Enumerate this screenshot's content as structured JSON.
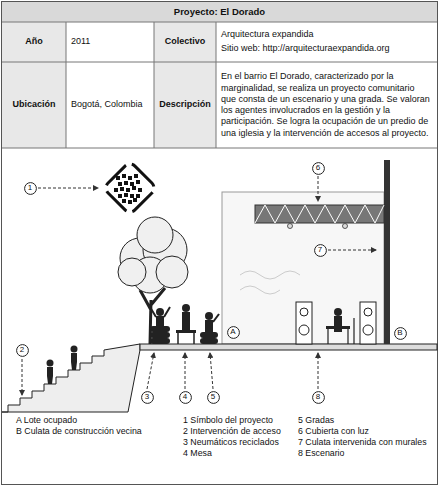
{
  "diagram": {
    "title": "Proyecto: El Dorado",
    "nodes": [
      {
        "text": [
          "6"
        ]
      },
      {
        "text": [
          "1"
        ]
      },
      {
        "text": [
          "7"
        ]
      },
      {
        "text": [
          "A"
        ]
      },
      {
        "text": [
          "B"
        ]
      },
      {
        "text": [
          "2"
        ]
      },
      {
        "text": [
          "3"
        ]
      },
      {
        "text": [
          "4"
        ]
      },
      {
        "text": [
          "5"
        ]
      },
      {
        "text": [
          "8"
        ]
      }
    ],
    "labels": [
      "Año",
      "2011",
      "Colectivo",
      "Arquitectura expandida",
      "Sitio web: http://arquitecturaexpandida.org",
      "Ubicación",
      "Bogotá, Colombia",
      "Descripción",
      "En el barrio El Dorado, caracterizado por la marginalidad, se realiza un proyecto comunitario que consta de un escenario y una grada. Se valoran los agentes involucrados en la gestión y la participación. Se logra la ocupación de un predio de una iglesia y la intervención de accesos al proyecto.",
      "A Lote ocupado",
      "B Culata de construcción vecina",
      "1 Símbolo del proyecto",
      "2 Intervención de acceso",
      "3 Neumáticos reciclados",
      "4 Mesa",
      "5 Gradas",
      "6 Cubierta con luz",
      "7 Culata intervenida con murales",
      "8 Escenario"
    ]
  }
}
